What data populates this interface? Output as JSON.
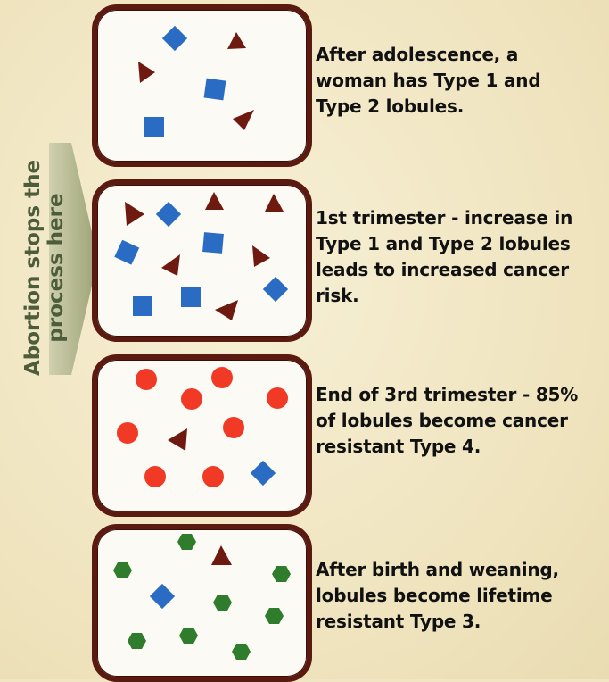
{
  "side_label": {
    "line1": "Abortion stops the",
    "line2": "process here"
  },
  "captions": [
    {
      "lines": [
        "After adolescence, a",
        "woman has Type 1 and",
        "Type 2 lobules."
      ]
    },
    {
      "lines": [
        "1st trimester - increase in",
        "Type 1 and Type 2 lobules",
        "leads to increased cancer",
        "risk."
      ]
    },
    {
      "lines": [
        "End of 3rd trimester - 85%",
        "of lobules become cancer",
        "resistant Type 4."
      ]
    },
    {
      "lines": [
        "After birth and weaning,",
        "lobules become lifetime",
        "resistant Type 3."
      ]
    }
  ],
  "colors": {
    "panel_border": "#5b1a10",
    "type1_triangle": "#6e1a10",
    "type2_square": "#2a6cc4",
    "type4_circle": "#f03a26",
    "type3_hexagon": "#2f7d2c",
    "arrow": "#a4ab84",
    "side_label": "#4d5d3a"
  }
}
